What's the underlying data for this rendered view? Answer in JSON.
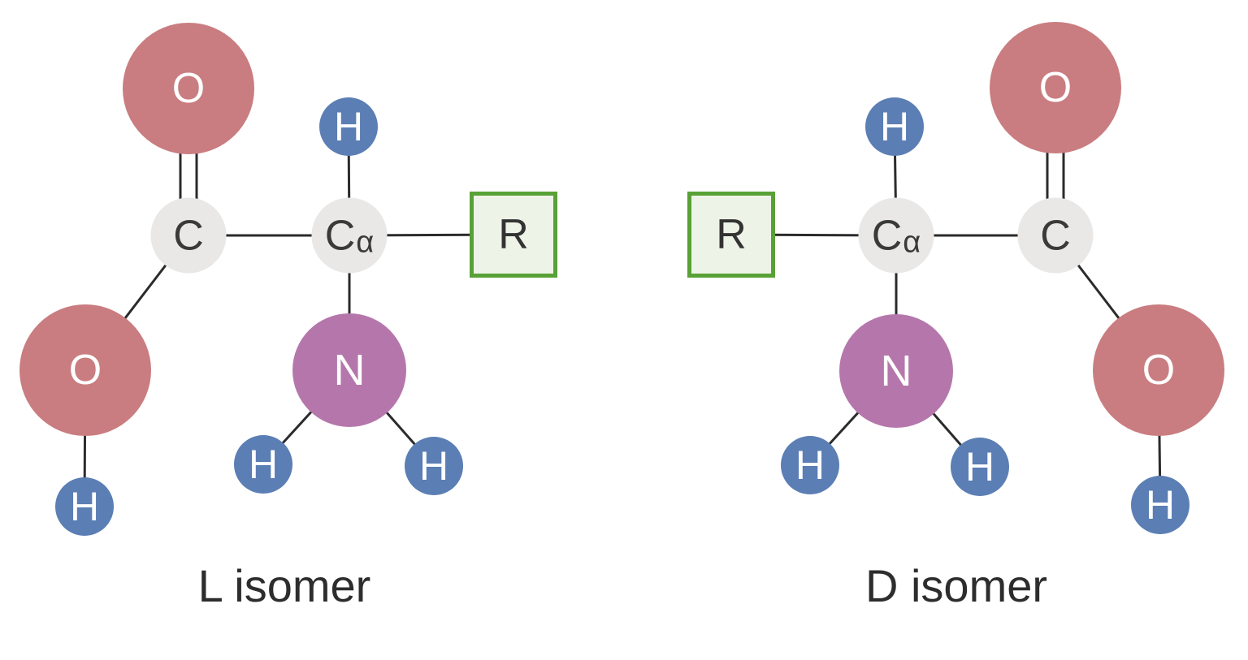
{
  "figure": {
    "description": "Ball-and-stick style diagram comparing the L and D isomer mirror-image forms of an amino acid",
    "background": "#ffffff",
    "palette": {
      "oxygen_fill": "#c97d80",
      "hydrogen_fill": "#5b7eb4",
      "nitrogen_fill": "#b577ab",
      "carbon_fill": "#e9e8e6",
      "r_group_fill": "#edf4e7",
      "r_group_border": "#58a136",
      "bond_stroke": "#2b2b2b",
      "caption_text": "#2d2d2d",
      "atom_text_light": "#ffffff",
      "atom_text_dark": "#3a3a3a"
    },
    "molecules": [
      {
        "caption": "L isomer",
        "atoms": {
          "carboxyl_oxygen": {
            "label": "O",
            "element": "oxygen"
          },
          "carbonyl_carbon": {
            "label": "C",
            "element": "carbon"
          },
          "hydroxyl_oxygen": {
            "label": "O",
            "element": "oxygen"
          },
          "hydroxyl_hydrogen": {
            "label": "H",
            "element": "hydrogen"
          },
          "alpha_hydrogen": {
            "label": "H",
            "element": "hydrogen"
          },
          "alpha_carbon": {
            "label": "C",
            "subscript": "α",
            "element": "carbon"
          },
          "amine_nitrogen": {
            "label": "N",
            "element": "nitrogen"
          },
          "amine_hydrogen_left": {
            "label": "H",
            "element": "hydrogen"
          },
          "amine_hydrogen_right": {
            "label": "H",
            "element": "hydrogen"
          },
          "r_group": {
            "label": "R",
            "element": "side-chain"
          }
        },
        "bonds": [
          {
            "from": "carboxyl_oxygen",
            "to": "carbonyl_carbon",
            "type": "double"
          },
          {
            "from": "carbonyl_carbon",
            "to": "alpha_carbon",
            "type": "single"
          },
          {
            "from": "carbonyl_carbon",
            "to": "hydroxyl_oxygen",
            "type": "single"
          },
          {
            "from": "hydroxyl_oxygen",
            "to": "hydroxyl_hydrogen",
            "type": "single"
          },
          {
            "from": "alpha_carbon",
            "to": "alpha_hydrogen",
            "type": "single"
          },
          {
            "from": "alpha_carbon",
            "to": "r_group",
            "type": "single"
          },
          {
            "from": "alpha_carbon",
            "to": "amine_nitrogen",
            "type": "single"
          },
          {
            "from": "amine_nitrogen",
            "to": "amine_hydrogen_left",
            "type": "single"
          },
          {
            "from": "amine_nitrogen",
            "to": "amine_hydrogen_right",
            "type": "single"
          }
        ]
      },
      {
        "caption": "D isomer",
        "atoms": {
          "carboxyl_oxygen": {
            "label": "O",
            "element": "oxygen"
          },
          "carbonyl_carbon": {
            "label": "C",
            "element": "carbon"
          },
          "hydroxyl_oxygen": {
            "label": "O",
            "element": "oxygen"
          },
          "hydroxyl_hydrogen": {
            "label": "H",
            "element": "hydrogen"
          },
          "alpha_hydrogen": {
            "label": "H",
            "element": "hydrogen"
          },
          "alpha_carbon": {
            "label": "C",
            "subscript": "α",
            "element": "carbon"
          },
          "amine_nitrogen": {
            "label": "N",
            "element": "nitrogen"
          },
          "amine_hydrogen_left": {
            "label": "H",
            "element": "hydrogen"
          },
          "amine_hydrogen_right": {
            "label": "H",
            "element": "hydrogen"
          },
          "r_group": {
            "label": "R",
            "element": "side-chain"
          }
        },
        "bonds": [
          {
            "from": "carboxyl_oxygen",
            "to": "carbonyl_carbon",
            "type": "double"
          },
          {
            "from": "carbonyl_carbon",
            "to": "alpha_carbon",
            "type": "single"
          },
          {
            "from": "carbonyl_carbon",
            "to": "hydroxyl_oxygen",
            "type": "single"
          },
          {
            "from": "hydroxyl_oxygen",
            "to": "hydroxyl_hydrogen",
            "type": "single"
          },
          {
            "from": "alpha_carbon",
            "to": "alpha_hydrogen",
            "type": "single"
          },
          {
            "from": "alpha_carbon",
            "to": "r_group",
            "type": "single"
          },
          {
            "from": "alpha_carbon",
            "to": "amine_nitrogen",
            "type": "single"
          },
          {
            "from": "amine_nitrogen",
            "to": "amine_hydrogen_left",
            "type": "single"
          },
          {
            "from": "amine_nitrogen",
            "to": "amine_hydrogen_right",
            "type": "single"
          }
        ]
      }
    ]
  }
}
